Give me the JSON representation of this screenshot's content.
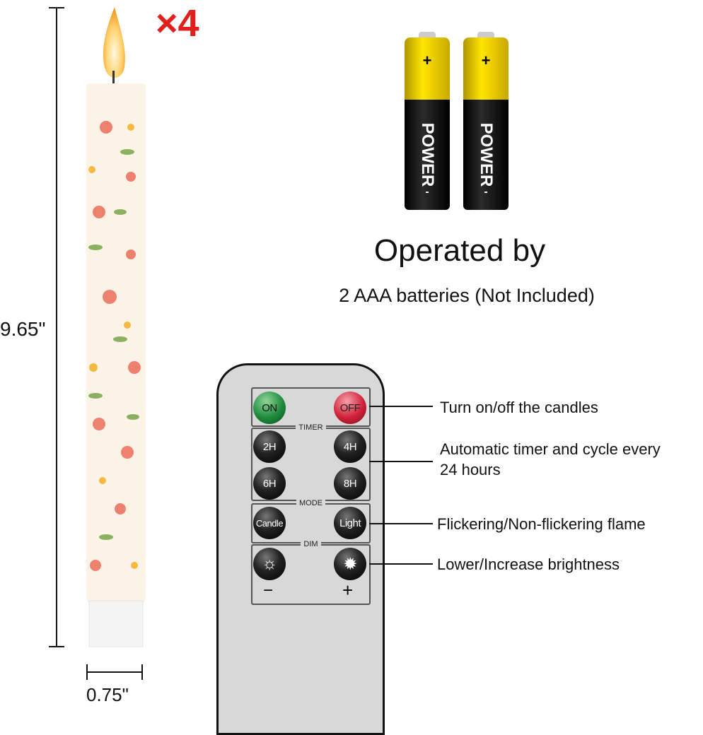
{
  "quantity": "×4",
  "height_label": "9.65\"",
  "width_label": "0.75\"",
  "battery": {
    "brand": "POWER",
    "plus": "+",
    "minus": "-"
  },
  "operated_title": "Operated by",
  "operated_sub": "2 AAA batteries (Not Included)",
  "remote": {
    "on": "ON",
    "off": "OFF",
    "timer_title": "TIMER",
    "timer": [
      "2H",
      "4H",
      "6H",
      "8H"
    ],
    "mode_title": "MODE",
    "candle": "Candle",
    "light": "Light",
    "dim_title": "DIM",
    "minus": "−",
    "plus": "+"
  },
  "callouts": [
    "Turn on/off the candles",
    "Automatic timer and cycle every 24 hours",
    "Flickering/Non-flickering flame",
    "Lower/Increase brightness"
  ],
  "colors": {
    "accent_red": "#e0201c",
    "on_green": "#1e8a3c",
    "off_red": "#d0213a",
    "battery_yellow": "#f0d000"
  }
}
